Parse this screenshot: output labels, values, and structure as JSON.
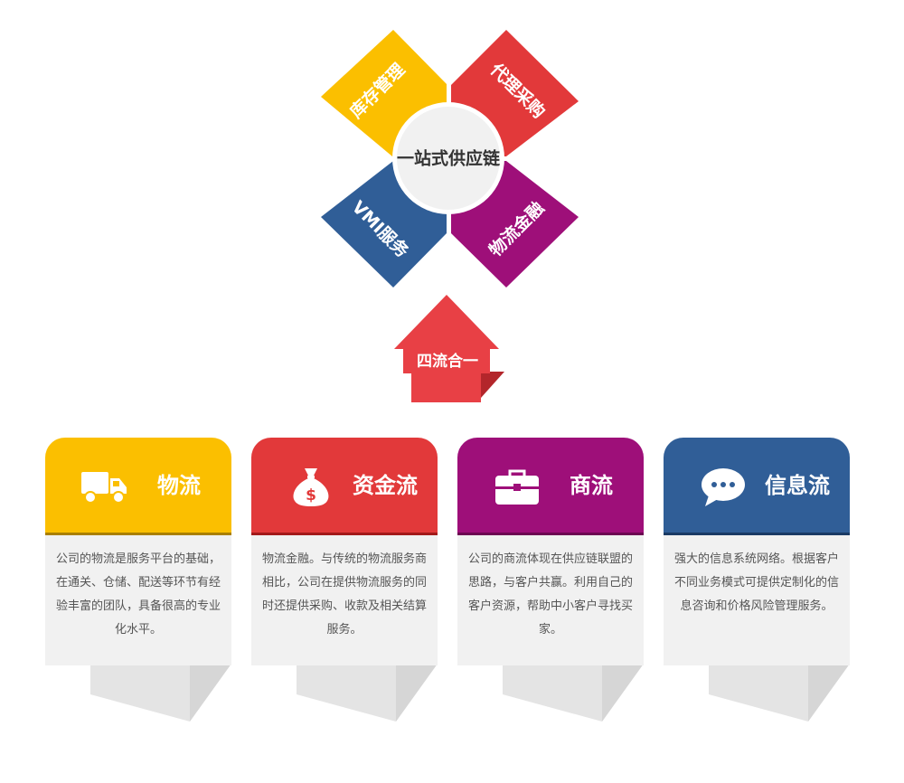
{
  "hub": {
    "label": "一站式供应链"
  },
  "tiles": [
    {
      "label": "库存管理",
      "color": "#fbbf00"
    },
    {
      "label": "代理采购",
      "color": "#e2393a"
    },
    {
      "label": "VMI服务",
      "color": "#305e97"
    },
    {
      "label": "物流金融",
      "color": "#9e0f79"
    }
  ],
  "arrow": {
    "label": "四流合一",
    "color": "#e84045"
  },
  "cards": [
    {
      "title": "物流",
      "icon": "truck-icon",
      "color": "#fbbf00",
      "accent": "#a97f00",
      "description": "公司的物流是服务平台的基础，在通关、仓储、配送等环节有经验丰富的团队，具备很高的专业化水平。"
    },
    {
      "title": "资金流",
      "icon": "money-bag-icon",
      "color": "#e2393a",
      "accent": "#a3191a",
      "description": "物流金融。与传统的物流服务商相比，公司在提供物流服务的同时还提供采购、收款及相关结算服务。"
    },
    {
      "title": "商流",
      "icon": "briefcase-icon",
      "color": "#9e0f79",
      "accent": "#6c0752",
      "description": "公司的商流体现在供应链联盟的思路，与客户共赢。利用自己的客户资源，帮助中小客户寻找买家。"
    },
    {
      "title": "信息流",
      "icon": "chat-bubble-icon",
      "color": "#305e97",
      "accent": "#1a3a64",
      "description": "强大的信息系统网络。根据客户不同业务模式可提供定制化的信息咨询和价格风险管理服务。"
    }
  ]
}
